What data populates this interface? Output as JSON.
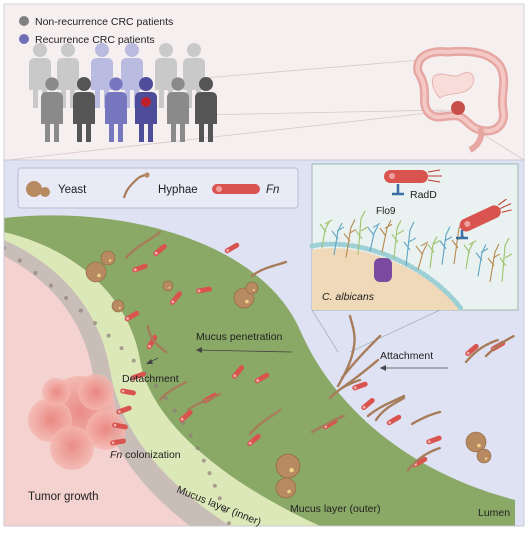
{
  "legend_top": {
    "non_recurrence": "Non-recurrence CRC patients",
    "recurrence": "Recurrence CRC patients",
    "non_recurrence_color": "#808080",
    "recurrence_color": "#6f6fb8"
  },
  "legend_box": {
    "yeast": "Yeast",
    "hyphae": "Hyphae",
    "fn": "Fn"
  },
  "inset": {
    "radd": "RadD",
    "flo9": "Flo9",
    "c_albicans": "C. albicans"
  },
  "labels": {
    "mucus_penetration": "Mucus penetration",
    "attachment": "Attachment",
    "detachment": "Detachment",
    "fn_prefix": "Fn",
    "colonization": " colonization",
    "tumor_growth": "Tumor growth",
    "mucus_inner": "Mucus layer (inner)",
    "mucus_outer": "Mucus layer (outer)",
    "lumen": "Lumen"
  },
  "colors": {
    "lumen_bg": "#dfe2f3",
    "outer_mucus": "#8aa866",
    "inner_mucus": "#dce8b8",
    "epithelium": "#c9bdb8",
    "tissue": "#f3d2cf",
    "tumor": "#f0a29a",
    "yeast": "#b88a62",
    "fn": "#d9534f",
    "hyphae": "#a67c5a"
  }
}
